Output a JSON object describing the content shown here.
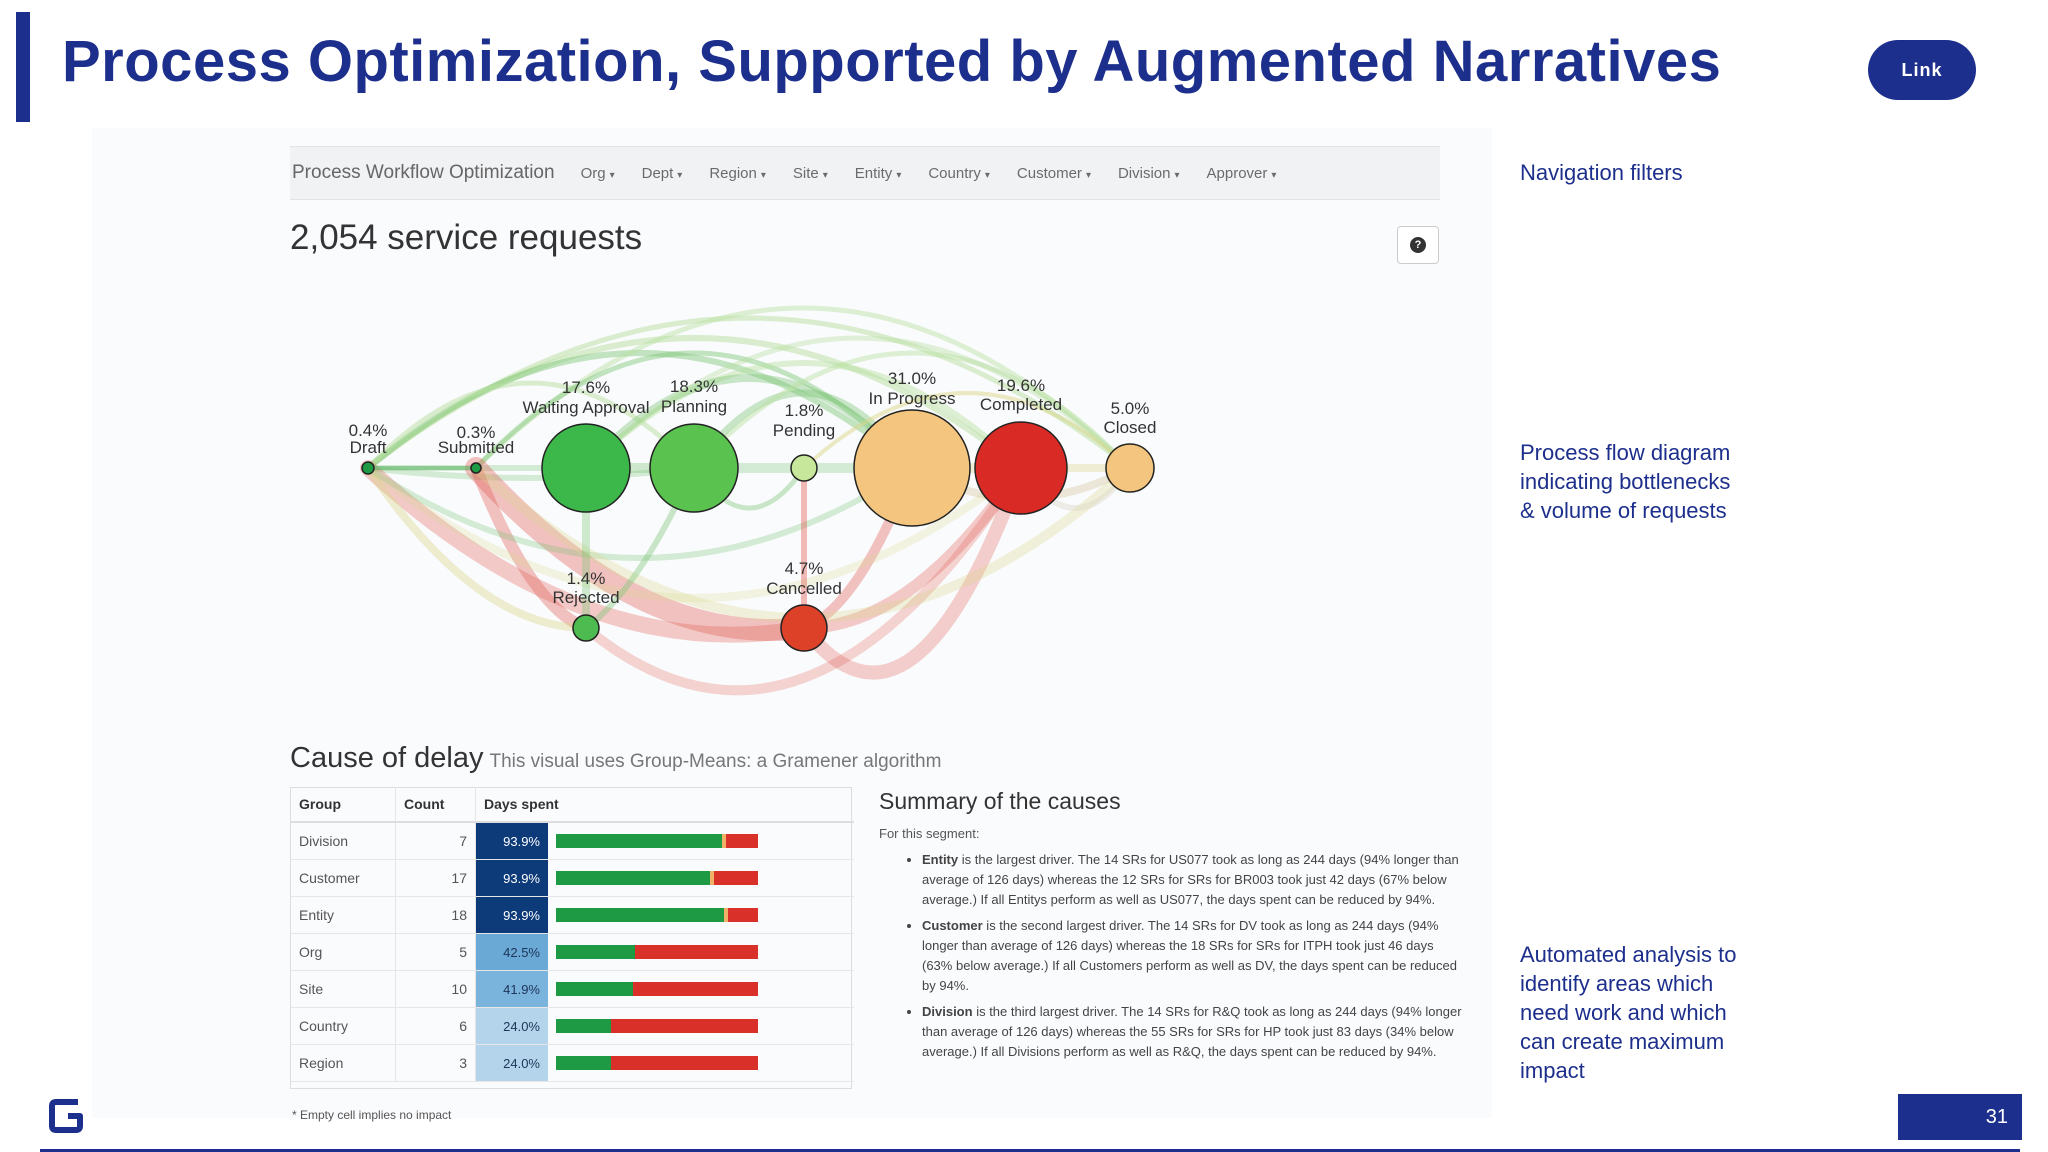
{
  "slide": {
    "title": "Process Optimization, Supported by Augmented Narratives",
    "link_label": "Link",
    "page_number": "31"
  },
  "app": {
    "brand": "Process Workflow Optimization",
    "filters": [
      "Org",
      "Dept",
      "Region",
      "Site",
      "Entity",
      "Country",
      "Customer",
      "Division",
      "Approver"
    ],
    "requests_title": "2,054 service requests"
  },
  "flow": {
    "nodes": [
      {
        "pct": "0.4%",
        "label": "Draft",
        "color": "#1e9a45"
      },
      {
        "pct": "0.3%",
        "label": "Submitted",
        "color": "#1e9a45"
      },
      {
        "pct": "17.6%",
        "label": "Waiting Approval",
        "color": "#3cb84a"
      },
      {
        "pct": "18.3%",
        "label": "Planning",
        "color": "#5ac24e"
      },
      {
        "pct": "1.8%",
        "label": "Pending",
        "color": "#c7e89a"
      },
      {
        "pct": "31.0%",
        "label": "In Progress",
        "color": "#f3c57e"
      },
      {
        "pct": "19.6%",
        "label": "Completed",
        "color": "#d92a25"
      },
      {
        "pct": "5.0%",
        "label": "Closed",
        "color": "#f3c57e"
      },
      {
        "pct": "1.4%",
        "label": "Rejected",
        "color": "#4dbb4f"
      },
      {
        "pct": "4.7%",
        "label": "Cancelled",
        "color": "#dd4128"
      }
    ]
  },
  "cause": {
    "title": "Cause of delay",
    "subtitle": "This visual uses Group-Means: a Gramener algorithm",
    "headers": [
      "Group",
      "Count",
      "Days spent"
    ],
    "rows": [
      {
        "group": "Division",
        "count": "7",
        "days": "93.9%",
        "shade": "#0d3b7a",
        "green": 0.82
      },
      {
        "group": "Customer",
        "count": "17",
        "days": "93.9%",
        "shade": "#0d3b7a",
        "green": 0.76
      },
      {
        "group": "Entity",
        "count": "18",
        "days": "93.9%",
        "shade": "#0d3b7a",
        "green": 0.83
      },
      {
        "group": "Org",
        "count": "5",
        "days": "42.5%",
        "shade": "#6aa8d6",
        "green": 0.39
      },
      {
        "group": "Site",
        "count": "10",
        "days": "41.9%",
        "shade": "#7ab3dc",
        "green": 0.38
      },
      {
        "group": "Country",
        "count": "6",
        "days": "24.0%",
        "shade": "#b4d4ec",
        "green": 0.27
      },
      {
        "group": "Region",
        "count": "3",
        "days": "24.0%",
        "shade": "#b4d4ec",
        "green": 0.27
      }
    ],
    "footnote": "* Empty cell implies no impact"
  },
  "summary": {
    "title": "Summary of the causes",
    "segment": "For this segment:",
    "items": [
      {
        "lead": "Entity",
        "text": " is the largest driver. The 14 SRs for US077 took as long as 244 days (94% longer than average of 126 days) whereas the 12 SRs for SRs for BR003 took just 42 days (67% below average.) If all Entitys perform as well as US077, the days spent can be reduced by 94%."
      },
      {
        "lead": "Customer",
        "text": " is the second largest driver. The 14 SRs for DV took as long as 244 days (94% longer than average of 126 days) whereas the 18 SRs for SRs for ITPH took just 46 days (63% below average.) If all Customers perform as well as DV, the days spent can be reduced by 94%."
      },
      {
        "lead": "Division",
        "text": " is the third largest driver. The 14 SRs for R&Q took as long as 244 days (94% longer than average of 126 days) whereas the 55 SRs for SRs for HP took just 83 days (34% below average.) If all Divisions perform as well as R&Q, the days spent can be reduced by 94%."
      }
    ]
  },
  "annotations": {
    "nav": "Navigation filters",
    "flow": [
      "Process flow diagram",
      "indicating bottlenecks",
      "& volume of requests"
    ],
    "auto": [
      "Automated analysis to",
      "identify areas which",
      "need work and which",
      "can create maximum",
      "impact"
    ]
  },
  "colors": {
    "brand_navy": "#1d2f8c",
    "green": "#1e9a45",
    "red": "#d9302a"
  }
}
